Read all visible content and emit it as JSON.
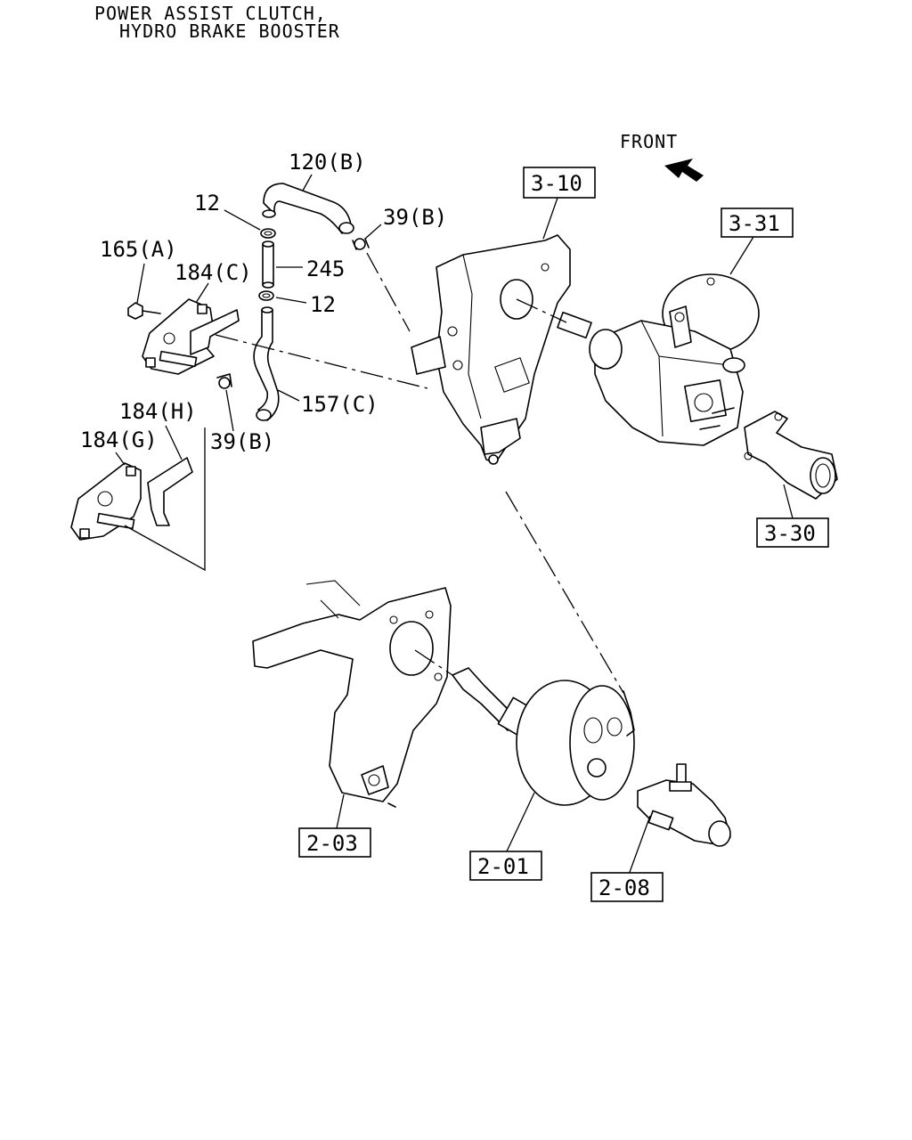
{
  "title": {
    "line1": "POWER ASSIST CLUTCH,",
    "line2": "HYDRO BRAKE BOOSTER"
  },
  "direction": {
    "label": "FRONT",
    "icon": "front-arrow-icon"
  },
  "callouts": {
    "c120b": "120(B)",
    "c12a": "12",
    "c39b_top": "39(B)",
    "c165a": "165(A)",
    "c184c": "184(C)",
    "c245": "245",
    "c12b": "12",
    "c157c": "157(C)",
    "c184h": "184(H)",
    "c184g": "184(G)",
    "c39b_bottom": "39(B)"
  },
  "references": {
    "r310": "3-10",
    "r331": "3-31",
    "r330": "3-30",
    "r203": "2-03",
    "r201": "2-01",
    "r208": "2-08"
  }
}
